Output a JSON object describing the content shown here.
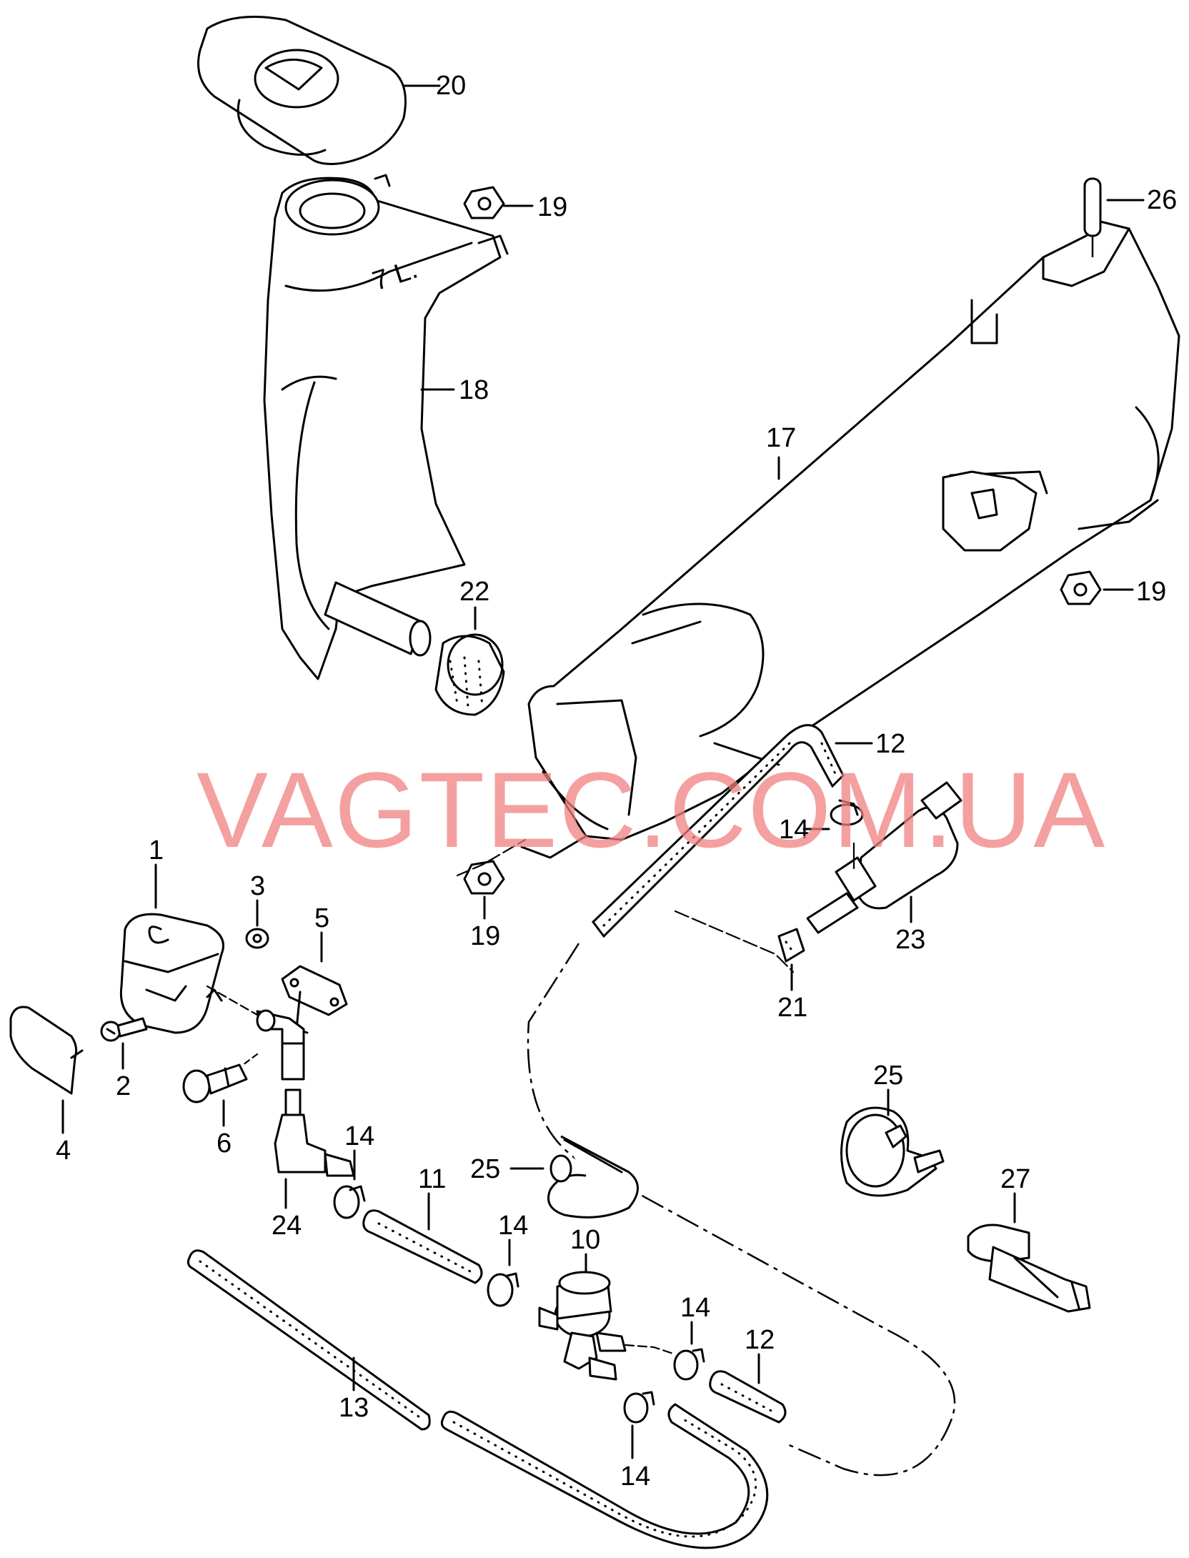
{
  "watermark": "VAGTEC.COM.UA",
  "tank_marking": "7 L.",
  "labels": {
    "p1": "1",
    "p2": "2",
    "p3": "3",
    "p4": "4",
    "p5": "5",
    "p6": "6",
    "p10": "10",
    "p11": "11",
    "p12a": "12",
    "p12b": "12",
    "p13": "13",
    "p14a": "14",
    "p14b": "14",
    "p14c": "14",
    "p14d": "14",
    "p14e": "14",
    "p17": "17",
    "p18": "18",
    "p19a": "19",
    "p19b": "19",
    "p19c": "19",
    "p20": "20",
    "p21": "21",
    "p22": "22",
    "p23": "23",
    "p24": "24",
    "p25a": "25",
    "p25b": "25",
    "p26": "26",
    "p27": "27"
  }
}
